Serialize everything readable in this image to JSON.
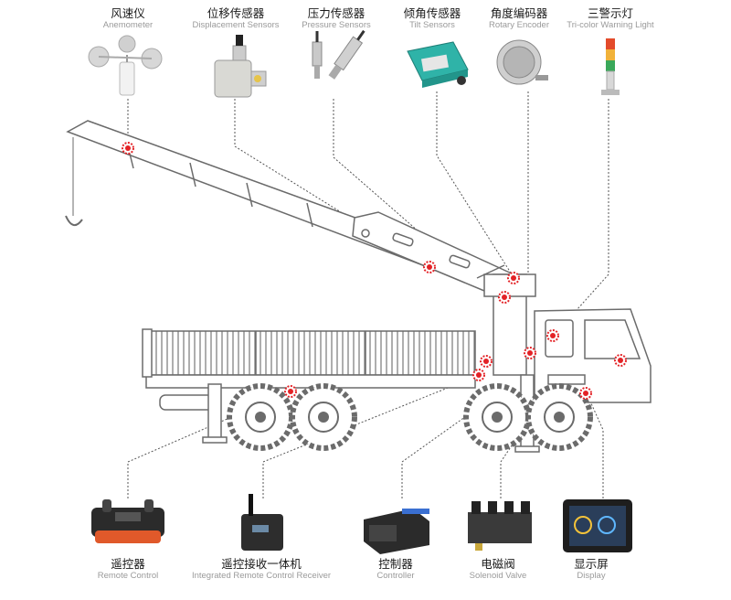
{
  "top_components": [
    {
      "zh": "风速仪",
      "en": "Anemometer",
      "icon": "anemometer-icon"
    },
    {
      "zh": "位移传感器",
      "en": "Displacement Sensors",
      "icon": "displacement-sensor-icon"
    },
    {
      "zh": "压力传感器",
      "en": "Pressure Sensors",
      "icon": "pressure-sensor-icon"
    },
    {
      "zh": "倾角传感器",
      "en": "Tilt Sensors",
      "icon": "tilt-sensor-icon"
    },
    {
      "zh": "角度编码器",
      "en": "Rotary Encoder",
      "icon": "rotary-encoder-icon"
    },
    {
      "zh": "三警示灯",
      "en": "Tri-color Warning Light",
      "icon": "warning-light-icon"
    }
  ],
  "bottom_components": [
    {
      "zh": "遥控器",
      "en": "Remote Control",
      "icon": "remote-control-icon"
    },
    {
      "zh": "遥控接收一体机",
      "en": "Integrated Remote Control Receiver",
      "icon": "receiver-icon"
    },
    {
      "zh": "控制器",
      "en": "Controller",
      "icon": "controller-icon"
    },
    {
      "zh": "电磁阀",
      "en": "Solenoid Valve",
      "icon": "solenoid-valve-icon"
    },
    {
      "zh": "显示屏",
      "en": "Display",
      "icon": "display-icon"
    }
  ],
  "colors": {
    "marker": "#e32226",
    "line": "#555555",
    "truck": "#6b6b6b",
    "teal": "#2fb3a8"
  }
}
